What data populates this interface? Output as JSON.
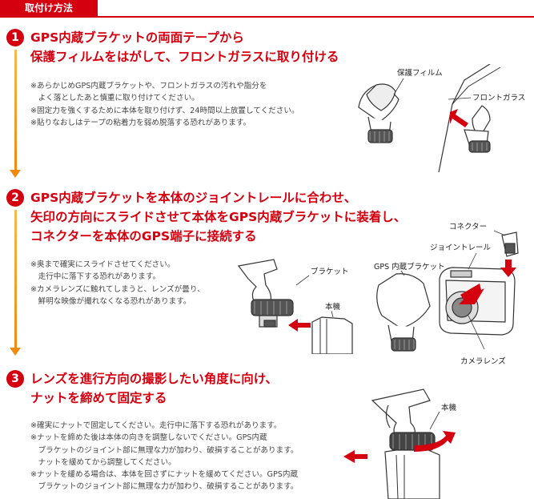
{
  "header": {
    "title": "取付け方法"
  },
  "steps": [
    {
      "number": "1",
      "title_lines": [
        "GPS内蔵ブラケットの両面テープから",
        "保護フィルムをはがして、フロントガラスに取り付ける"
      ],
      "notes": [
        "※あらかじめGPS内蔵ブラケットや、フロントガラスの汚れや脂分を",
        "　よく落としたあと慎重に取り付けてください。",
        "※固定力を強くするために本体を取り付けず、24時間以上放置してください。",
        "※貼りなおしはテープの粘着力を弱め脱落する恐れがあります。"
      ],
      "labels": {
        "film": "保護フィルム",
        "glass": "フロントガラス"
      }
    },
    {
      "number": "2",
      "title_lines": [
        "GPS内蔵ブラケットを本体のジョイントレールに合わせ、",
        "矢印の方向にスライドさせて本体をGPS内蔵ブラケットに装着し、",
        "コネクターを本体のGPS端子に接続する"
      ],
      "notes": [
        "※奥まで確実にスライドさせてください。",
        "　走行中に落下する恐れがあります。",
        "※カメラレンズに触れてしまうと、レンズが曇り、",
        "　鮮明な映像が撮れなくなる恐れがあります。"
      ],
      "labels": {
        "bracket": "ブラケット",
        "body": "本機",
        "gps_bracket": "GPS 内蔵ブラケット",
        "rail": "ジョイントレール",
        "connector": "コネクター",
        "lens": "カメラレンズ"
      }
    },
    {
      "number": "3",
      "title_lines": [
        "レンズを進行方向の撮影したい角度に向け、",
        "ナットを締めて固定する"
      ],
      "notes": [
        "※確実にナットで固定してください。走行中に落下する恐れがあります。",
        "※ナットを締めた後は本体の向きを調整しないでください。GPS内蔵",
        "　ブラケットのジョイント部に無理な力が加わり、破損することがあります。",
        "　ナットを緩めてから調整してください。",
        "※ナットを緩める場合は、本体を回さずにナットを緩めてください。GPS内蔵",
        "　ブラケットのジョイント部に無理な力が加わり、破損することがあります。"
      ],
      "labels": {
        "body": "本機"
      }
    }
  ],
  "colors": {
    "accent": "#d4000f",
    "flow": "#f08a10"
  }
}
